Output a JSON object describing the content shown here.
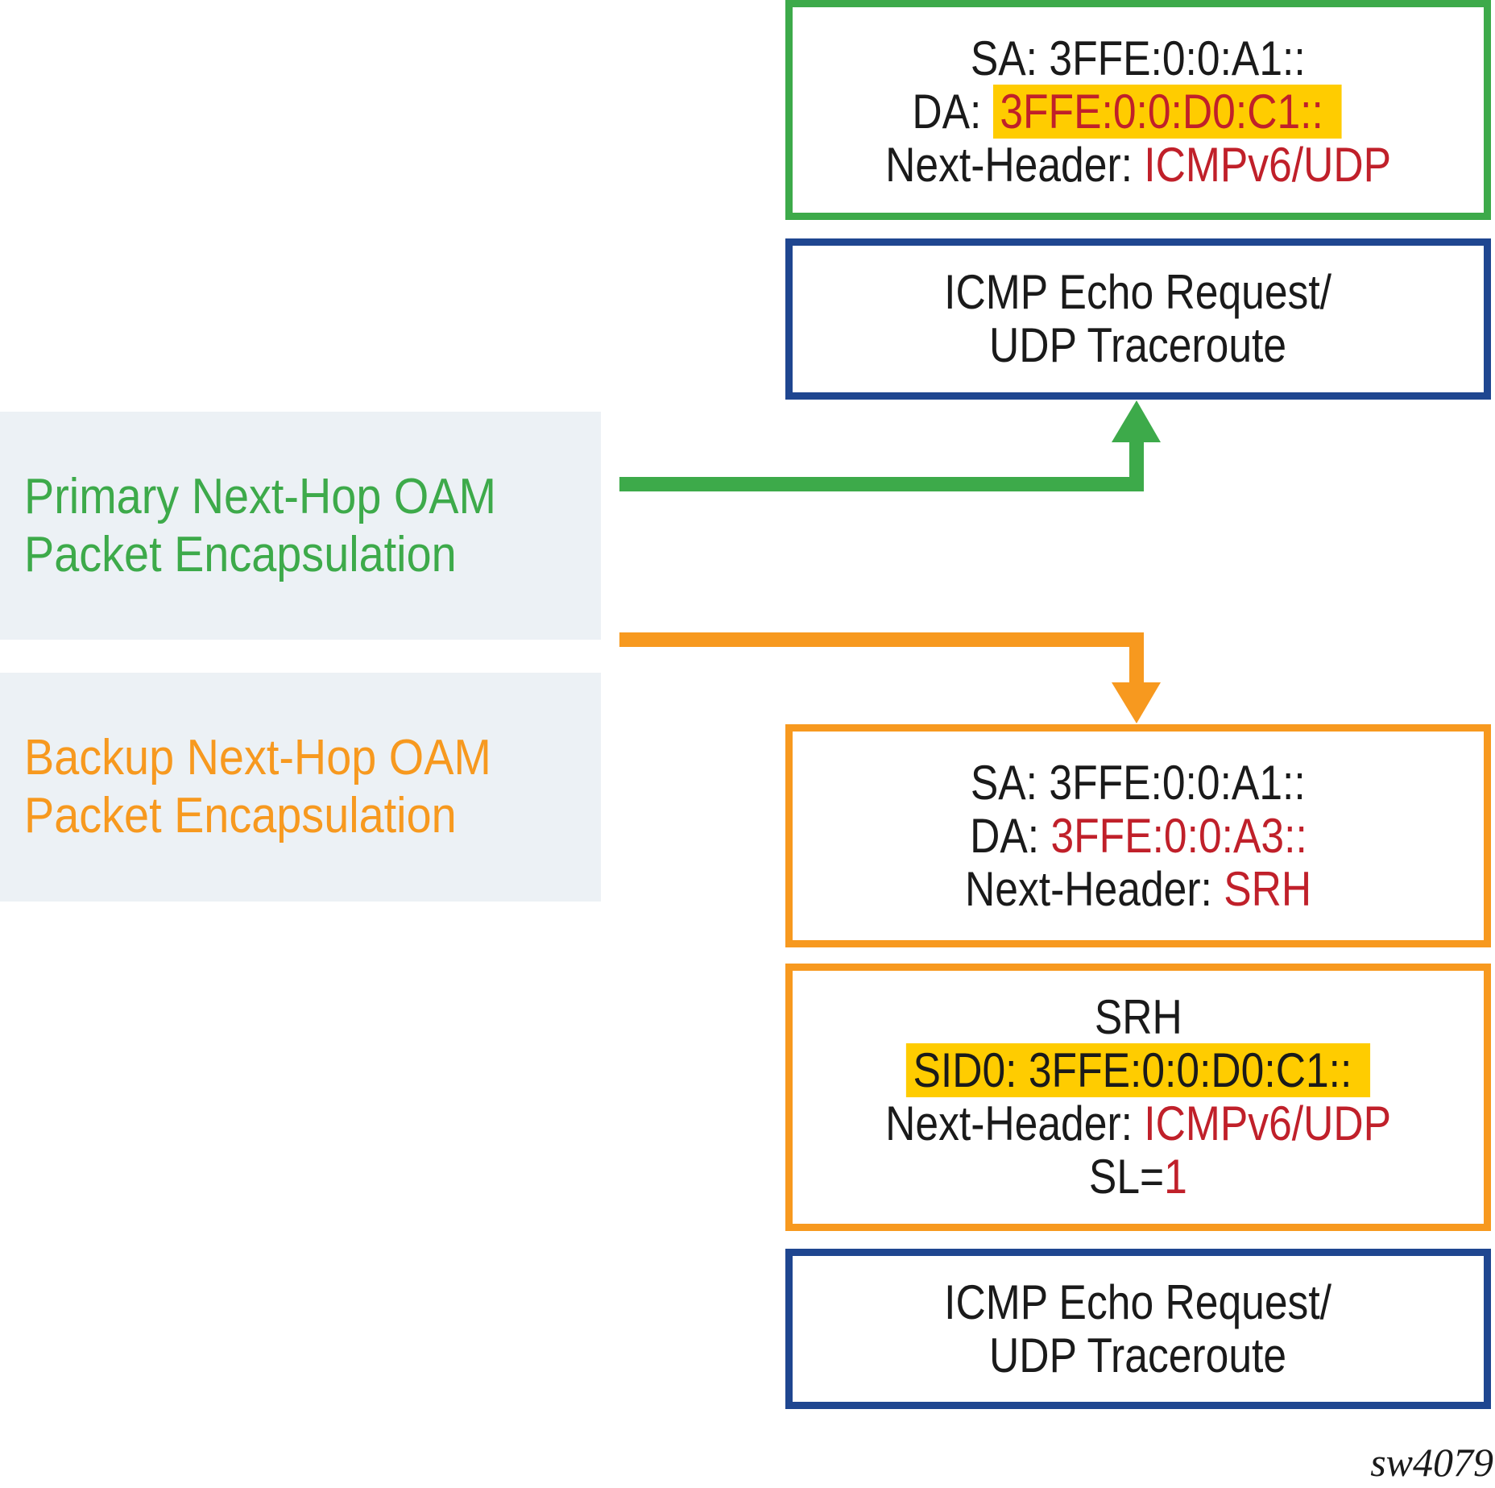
{
  "colors": {
    "primary": "#3DAA4A",
    "backup": "#F7991F",
    "payload_border": "#1F4690",
    "value_red": "#C0202A",
    "highlight": "#FFCC00",
    "label_bg": "#ECF1F5"
  },
  "labels": {
    "primary": {
      "line1": "Primary Next-Hop OAM",
      "line2": "Packet Encapsulation"
    },
    "backup": {
      "line1": "Backup Next-Hop OAM",
      "line2": "Packet Encapsulation"
    }
  },
  "primary_stack": {
    "ipv6_header": {
      "sa_label": "SA:",
      "sa_value": "3FFE:0:0:A1::",
      "da_label": "DA:",
      "da_value": "3FFE:0:0:D0:C1::",
      "nh_label": "Next-Header:",
      "nh_value": "ICMPv6/UDP"
    },
    "payload": {
      "line1": "ICMP Echo Request/",
      "line2": "UDP Traceroute"
    }
  },
  "backup_stack": {
    "ipv6_header": {
      "sa_label": "SA:",
      "sa_value": "3FFE:0:0:A1::",
      "da_label": "DA:",
      "da_value": "3FFE:0:0:A3::",
      "nh_label": "Next-Header:",
      "nh_value": "SRH"
    },
    "srh": {
      "title": "SRH",
      "sid0": "SID0: 3FFE:0:0:D0:C1::",
      "nh_label": "Next-Header:",
      "nh_value": "ICMPv6/UDP",
      "sl_label": "SL=",
      "sl_value": "1"
    },
    "payload": {
      "line1": "ICMP Echo Request/",
      "line2": "UDP Traceroute"
    }
  },
  "figure_id": "sw4079"
}
